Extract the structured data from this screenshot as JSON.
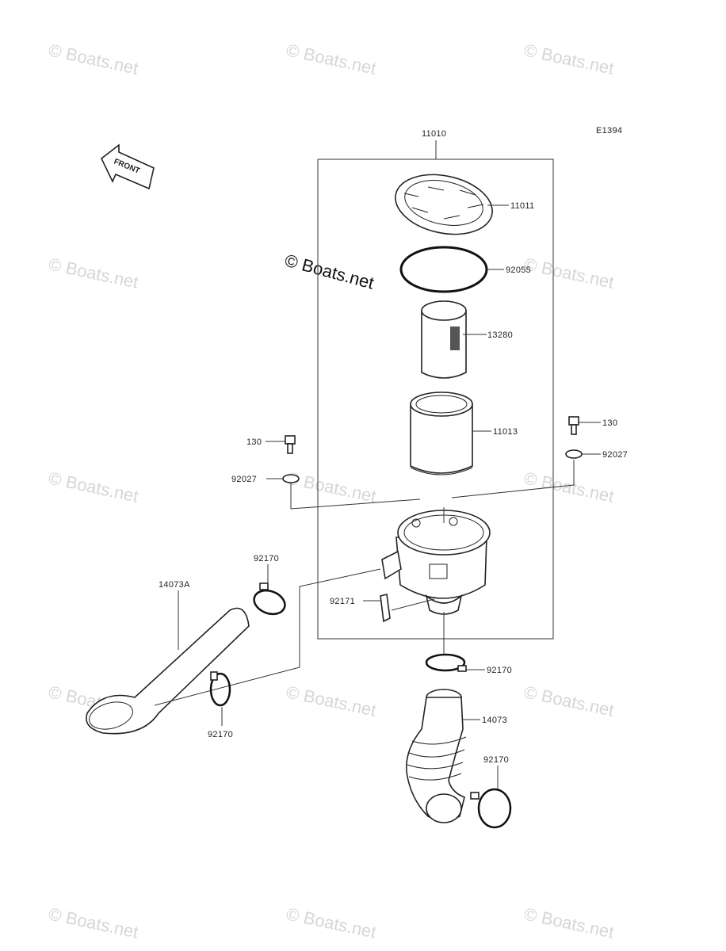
{
  "diagram_code": "E1394",
  "front_label": "FRONT",
  "watermark": "© Boats.net",
  "part_numbers": {
    "assembly": "11010",
    "cover": "11011",
    "oring": "92055",
    "screen": "13280",
    "element": "11013",
    "bolt_left": "130",
    "washer_left": "92027",
    "bolt_right": "130",
    "washer_right": "92027",
    "clamp_upper_left": "92170",
    "clip": "92171",
    "duct_left": "14073A",
    "clamp_lower_left": "92170",
    "clamp_center": "92170",
    "duct_center": "14073",
    "clamp_lower_right": "92170"
  }
}
